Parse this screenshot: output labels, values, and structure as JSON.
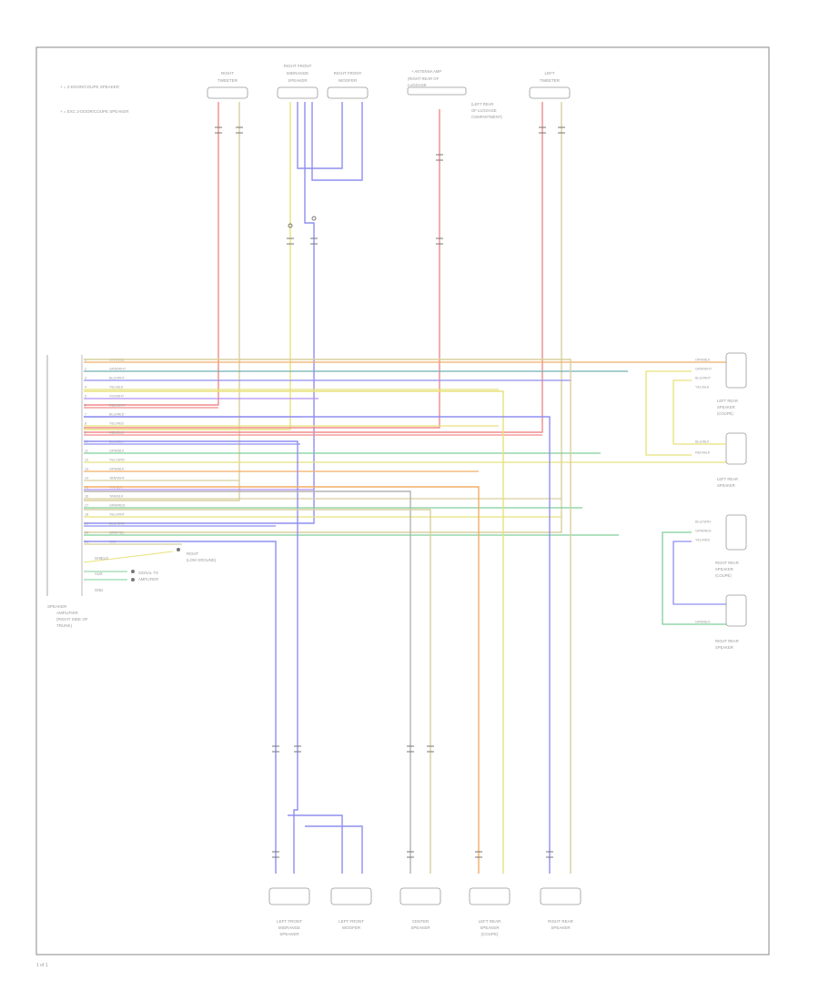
{
  "wire_colors": {
    "red": "#f08c8c",
    "tan": "#d8cf9e",
    "yellow": "#e8e27a",
    "blue": "#8f8ff2",
    "violet": "#b58ff0",
    "orange": "#f2ad66",
    "green": "#7fcf9a",
    "teal": "#6fb0b0",
    "gray": "#b4b4b4",
    "frame": "#8a8a8a",
    "text": "#888888"
  },
  "page_label": "1 of 1",
  "legends": {
    "legend_line_1": "+ = 2-DOOR/COUPE SPEAKER",
    "legend_line_2": "+ = EXC 2-DOOR/COUPE SPEAKER"
  },
  "components": {
    "front_tweeter_right_top": [
      "RIGHT",
      "TWEETER"
    ],
    "front_door_speaker_right": [
      "RIGHT FRONT",
      "MIDRANGE",
      "SPEAKER"
    ],
    "front_door_woofer_right": [
      "RIGHT FRONT",
      "WOOFER"
    ],
    "antenna_amplifier": [
      "(LEFT REAR",
      "OF LUGGAGE",
      "COMPARTMENT)"
    ],
    "front_tweeter_left_top": [
      "LEFT",
      "TWEETER"
    ],
    "amplifier_label": [
      "SPEAKER",
      "AMPLIFIER",
      "(RIGHT SIDE OF",
      "TRUNK)"
    ],
    "right_rear_top_speaker": [
      "LEFT REAR",
      "SPEAKER",
      "(COUPE)"
    ],
    "right_rear_mid_speaker": [
      "LEFT REAR",
      "SPEAKER"
    ],
    "right_rear_low_speaker": [
      "RIGHT REAR",
      "SPEAKER",
      "(COUPE)"
    ],
    "right_rear_bottom_speaker": [
      "RIGHT REAR",
      "SPEAKER"
    ],
    "bottom_left_mid_speaker": [
      "LEFT FRONT",
      "MIDRANGE",
      "SPEAKER"
    ],
    "bottom_left_woofer": [
      "LEFT FRONT",
      "WOOFER"
    ],
    "bottom_center_speaker": [
      "CENTER",
      "SPEAKER"
    ],
    "bottom_left_rear_speaker": [
      "LEFT REAR",
      "SPEAKER",
      "(COUPE)"
    ],
    "bottom_right_rear_speaker": [
      "RIGHT REAR",
      "SPEAKER"
    ]
  },
  "amp_pins": [
    "1",
    "2",
    "3",
    "4",
    "5",
    "6",
    "7",
    "8",
    "9",
    "10",
    "11",
    "12",
    "13",
    "14",
    "15",
    "16",
    "17",
    "18",
    "19",
    "20",
    "21"
  ],
  "amp_wire_labels": [
    "ORANGE",
    "GRN/WHT",
    "BLU/WHT",
    "YEL/BLK",
    "VIO/WHT",
    "RED/WHT",
    "BLU/RED",
    "YEL/RED",
    "RED/BLK",
    "BLU/BLK",
    "GRN/BLK",
    "YEL/GRN",
    "ORN/BLK",
    "TAN/WHT",
    "VIO/BLK",
    "TAN/BLK",
    "GRN/RED",
    "YEL/WHT",
    "BLU/GRN",
    "GRN/YEL",
    "TAN"
  ],
  "amp_aux": [
    "SHIELD",
    "AUX",
    "GND"
  ],
  "amp_notes": [
    "RIGHT",
    "(LOW GROUND)",
    "SIGNAL TO",
    "AMPLIFIER"
  ],
  "antenna_lines": [
    "+ ANTENNA AMP",
    "(RIGHT REAR OF",
    "LUGGAGE"
  ],
  "right_pins_labels": [
    "ORN/BLK",
    "GRN/WHT",
    "BLU/WHT",
    "YEL/BLK",
    "BLU/BLK",
    "RED/BLK",
    "BLU/GRN",
    "GRN/RED",
    "YEL/RED",
    "GRN/BLK"
  ]
}
